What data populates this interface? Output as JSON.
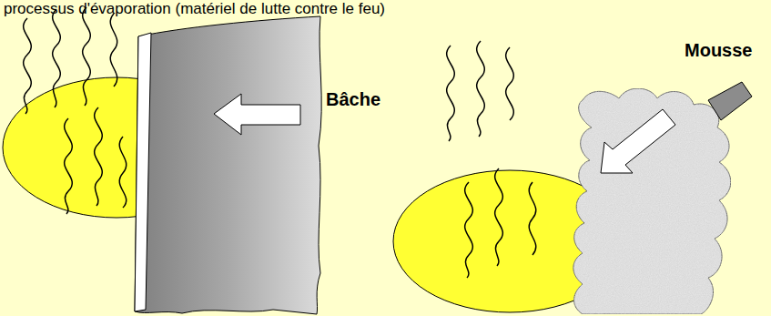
{
  "diagram": {
    "labels": [
      "processus d'évaporation (matériel de lutte contre le feu)",
      "Bâche",
      "Mousse"
    ]
  }
}
